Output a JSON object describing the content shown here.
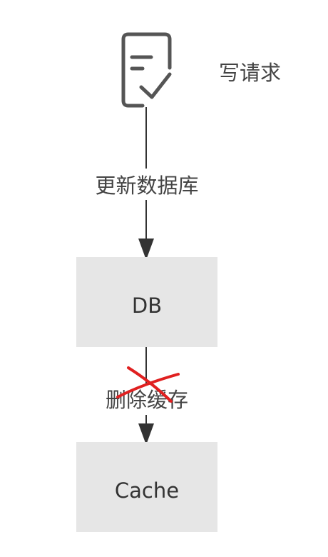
{
  "request": {
    "icon": "document-check-icon",
    "label": "写请求"
  },
  "steps": [
    {
      "edge_label": "更新数据库",
      "crossed_out": false
    },
    {
      "edge_label": "删除缓存",
      "crossed_out": true
    }
  ],
  "nodes": [
    {
      "label": "DB"
    },
    {
      "label": "Cache"
    }
  ],
  "colors": {
    "box_fill": "#e6e6e6",
    "line": "#333333",
    "cross": "#e02020"
  }
}
